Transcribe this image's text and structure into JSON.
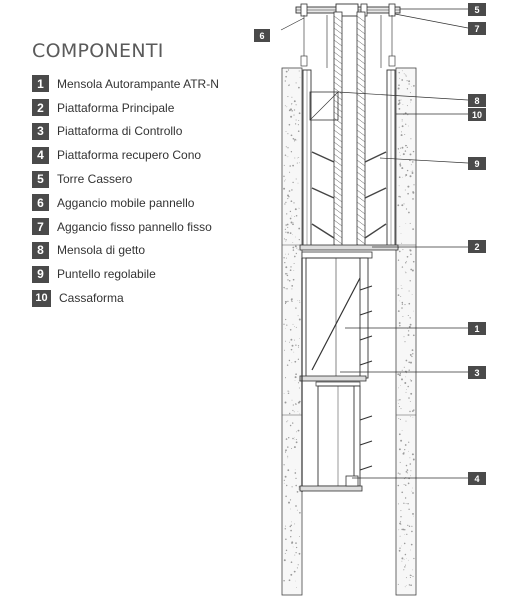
{
  "legend": {
    "title": "COMPONENTI",
    "items": [
      {
        "number": "1",
        "label": "Mensola Autorampante ATR-N"
      },
      {
        "number": "2",
        "label": "Piattaforma Principale"
      },
      {
        "number": "3",
        "label": "Piattaforma di Controllo"
      },
      {
        "number": "4",
        "label": "Piattaforma recupero Cono"
      },
      {
        "number": "5",
        "label": "Torre Cassero"
      },
      {
        "number": "6",
        "label": "Aggancio mobile pannello"
      },
      {
        "number": "7",
        "label": "Aggancio fisso pannello fisso"
      },
      {
        "number": "8",
        "label": "Mensola di getto"
      },
      {
        "number": "9",
        "label": "Puntello regolabile"
      },
      {
        "number": "10",
        "label": "Cassaforma"
      }
    ]
  },
  "callouts": [
    "5",
    "6",
    "7",
    "8",
    "10",
    "9",
    "2",
    "1",
    "3",
    "4"
  ],
  "colors": {
    "badge": "#4a4a4a",
    "line": "#3a3a3a",
    "concrete_dot": "#9a9a9a"
  }
}
